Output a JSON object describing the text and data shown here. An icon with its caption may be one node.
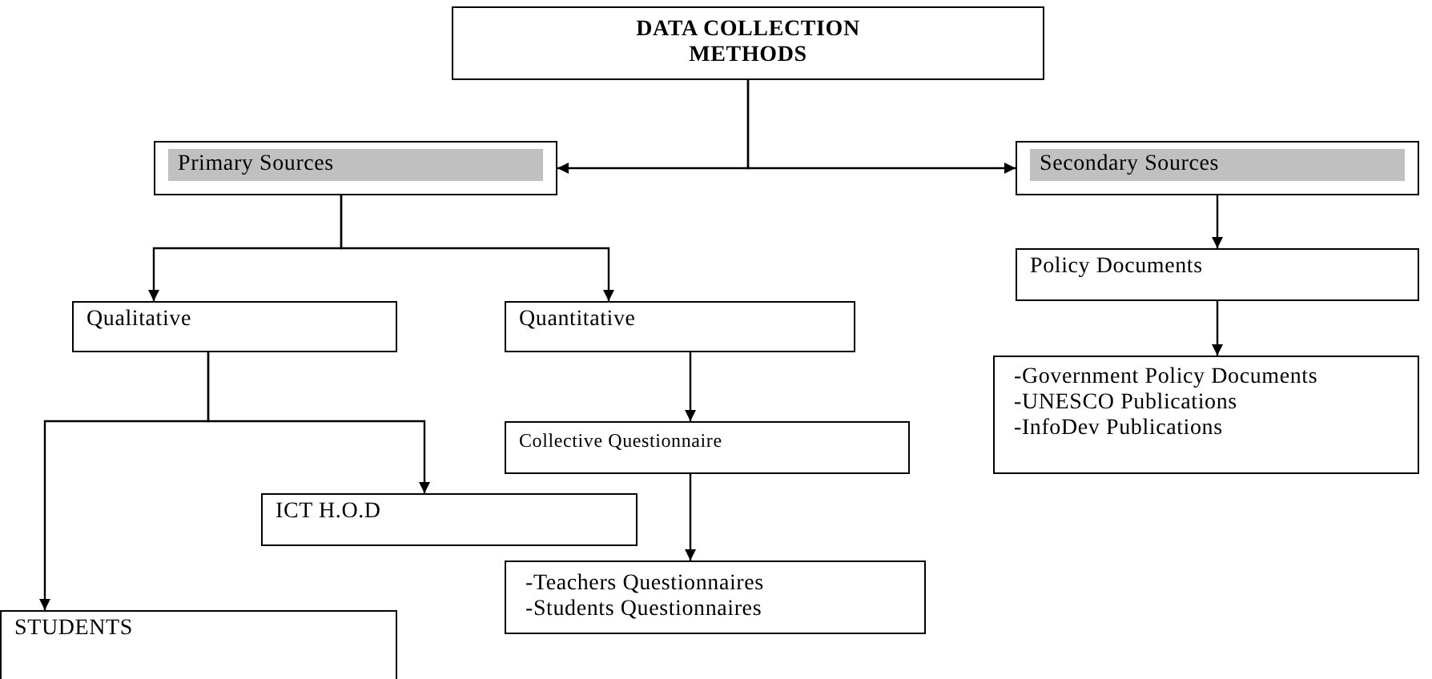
{
  "diagram": {
    "nodes": [
      {
        "text": [
          "DATA COLLECTION METHODS"
        ]
      },
      {
        "text": [
          "Primary Sources"
        ]
      },
      {
        "text": [
          "Secondary Sources"
        ]
      },
      {
        "text": [
          "Qualitative"
        ]
      },
      {
        "text": [
          "Quantitative"
        ]
      },
      {
        "text": [
          "Policy Documents"
        ]
      },
      {
        "text": [
          "Collective Questionnaire"
        ]
      },
      {
        "text": [
          "-Government Policy Documents",
          "-UNESCO Publications",
          "-InfoDev Publications"
        ]
      },
      {
        "text": [
          "ICT H.O.D"
        ]
      },
      {
        "text": [
          "-Teachers Questionnaires",
          "-Students Questionnaires"
        ]
      },
      {
        "text": [
          "STUDENTS"
        ]
      }
    ],
    "edges": [
      {
        "from": 0,
        "to": 1,
        "arrow": "to"
      },
      {
        "from": 0,
        "to": 2,
        "arrow": "to"
      },
      {
        "from": 1,
        "to": 3,
        "arrow": "to"
      },
      {
        "from": 1,
        "to": 4,
        "arrow": "to"
      },
      {
        "from": 2,
        "to": 5,
        "arrow": "to"
      },
      {
        "from": 4,
        "to": 6,
        "arrow": "to"
      },
      {
        "from": 5,
        "to": 7,
        "arrow": "to"
      },
      {
        "from": 3,
        "to": 8,
        "arrow": "to"
      },
      {
        "from": 3,
        "to": 10,
        "arrow": "to"
      },
      {
        "from": 6,
        "to": 9,
        "arrow": "to"
      }
    ]
  }
}
